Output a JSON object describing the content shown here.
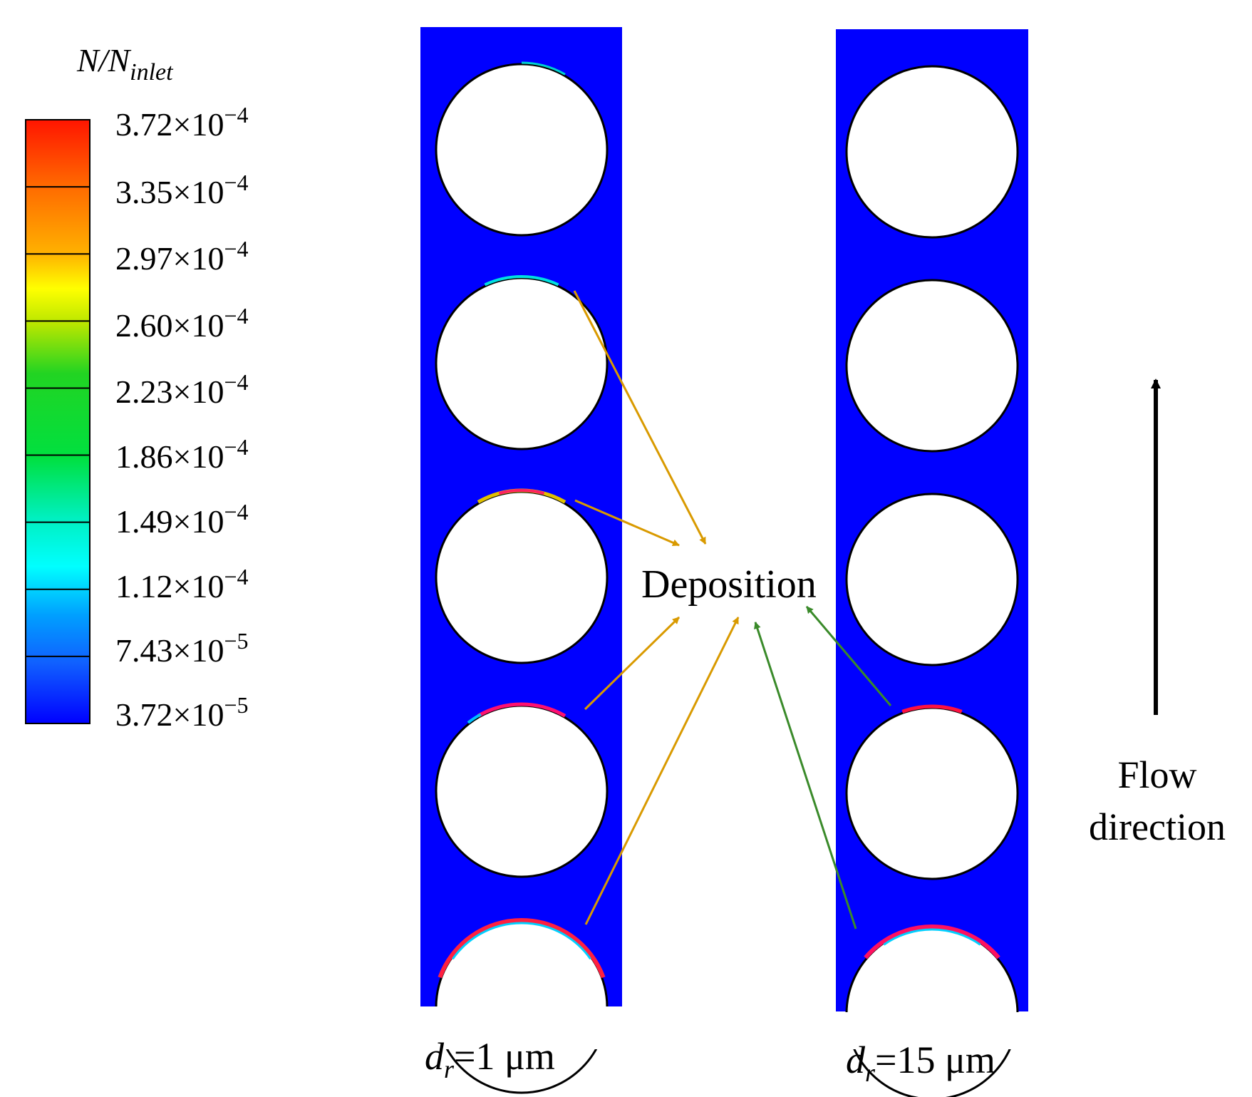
{
  "legend": {
    "title_main": "N/N",
    "title_sub": "inlet",
    "levels": [
      {
        "mantissa": "3.72",
        "exponent": "−4"
      },
      {
        "mantissa": "3.35",
        "exponent": "−4"
      },
      {
        "mantissa": "2.97",
        "exponent": "−4"
      },
      {
        "mantissa": "2.60",
        "exponent": "−4"
      },
      {
        "mantissa": "2.23",
        "exponent": "−4"
      },
      {
        "mantissa": "1.86",
        "exponent": "−4"
      },
      {
        "mantissa": "1.49",
        "exponent": "−4"
      },
      {
        "mantissa": "1.12",
        "exponent": "−4"
      },
      {
        "mantissa": "7.43",
        "exponent": "−5"
      },
      {
        "mantissa": "3.72",
        "exponent": "−5"
      }
    ],
    "times_sign": "×",
    "ten": "10",
    "colors_top_to_bottom": [
      "#ff1a00",
      "#ff8c00",
      "#f0e000",
      "#9cde00",
      "#18d418",
      "#00d850",
      "#00ecc0",
      "#00b8ff",
      "#1a6cff",
      "#0000ff"
    ]
  },
  "panels": [
    {
      "label_var": "d",
      "label_sub": "r",
      "label_value": "=1 μm",
      "background_color": "#0000ff"
    },
    {
      "label_var": "d",
      "label_sub": "r",
      "label_value": "=15 μm",
      "background_color": "#0000ff"
    }
  ],
  "annotation": {
    "text": "Deposition",
    "arrow_colors": {
      "d1": "#d99a00",
      "d15": "#3a8a2a"
    }
  },
  "flow": {
    "line1": "Flow",
    "line2": "direction"
  }
}
